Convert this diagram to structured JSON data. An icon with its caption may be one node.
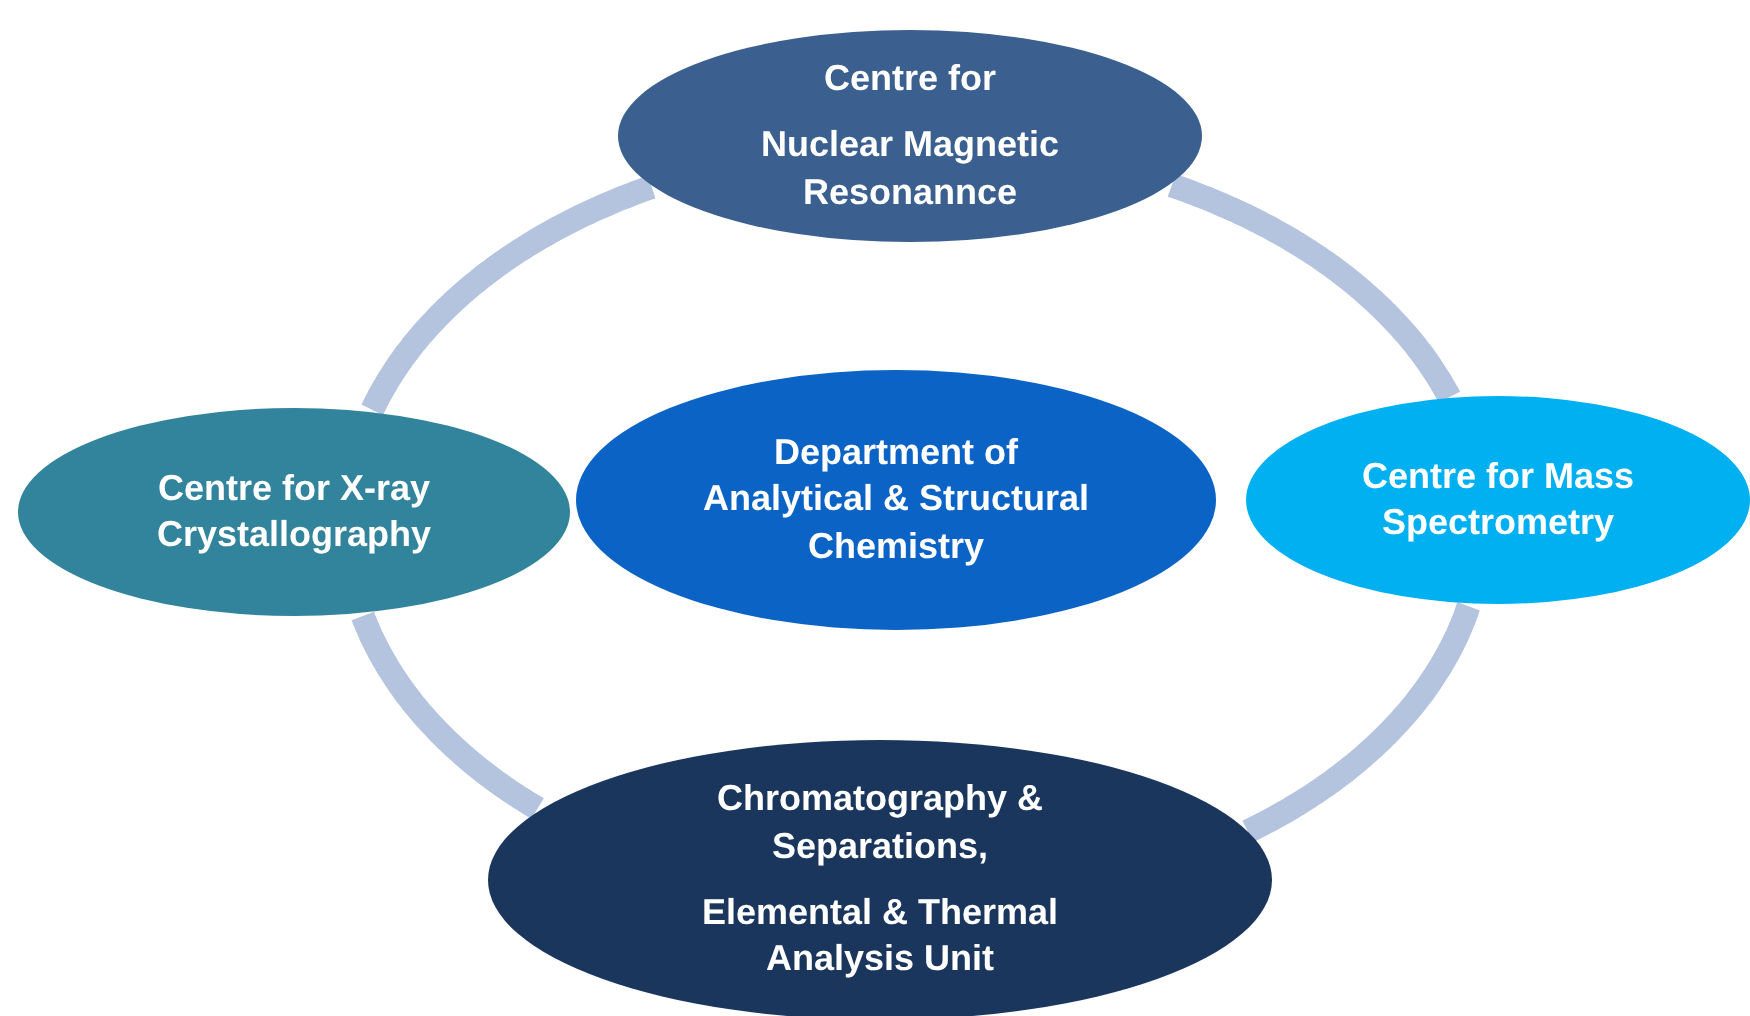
{
  "diagram": {
    "nodes": [
      {
        "text": [
          "Centre for",
          "Nuclear Magnetic Resonannce"
        ]
      },
      {
        "text": [
          "Centre for X-ray Crystallography"
        ]
      },
      {
        "text": [
          "Department of Analytical & Structural Chemistry"
        ]
      },
      {
        "text": [
          "Centre for Mass Spectrometry"
        ]
      },
      {
        "text": [
          "Chromatography & Separations,",
          "Elemental & Thermal Analysis Unit"
        ]
      }
    ],
    "edges": [
      {
        "from": 0,
        "to": 3,
        "arrow": "none"
      },
      {
        "from": 3,
        "to": 4,
        "arrow": "none"
      },
      {
        "from": 4,
        "to": 1,
        "arrow": "none"
      },
      {
        "from": 1,
        "to": 0,
        "arrow": "none"
      }
    ]
  }
}
